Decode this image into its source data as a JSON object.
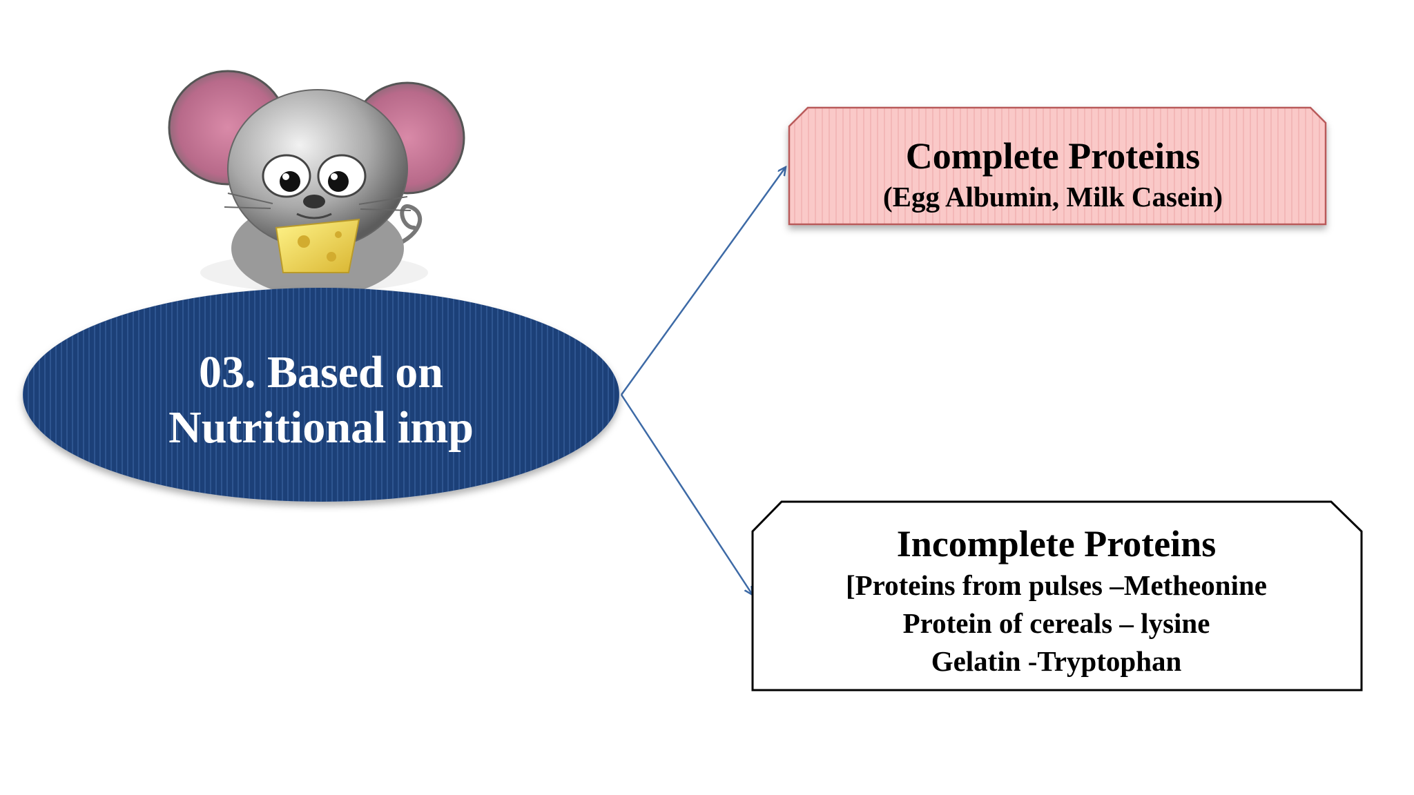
{
  "colors": {
    "ellipse_fill": "#1f4178",
    "complete_fill": "#f9c9c8",
    "complete_border": "#b95a5a",
    "incomplete_fill": "#ffffff",
    "incomplete_border": "#000000",
    "arrow": "#3d6aa6"
  },
  "mascot": {
    "icon": "mouse-with-cheese-icon"
  },
  "center": {
    "line1": "03. Based on",
    "line2": "Nutritional imp"
  },
  "complete": {
    "title": "Complete Proteins",
    "subtitle": "(Egg Albumin, Milk Casein)"
  },
  "incomplete": {
    "title": "Incomplete Proteins",
    "line1": "[Proteins from pulses –Metheonine",
    "line2": "Protein of cereals – lysine",
    "line3": "Gelatin -Tryptophan"
  }
}
